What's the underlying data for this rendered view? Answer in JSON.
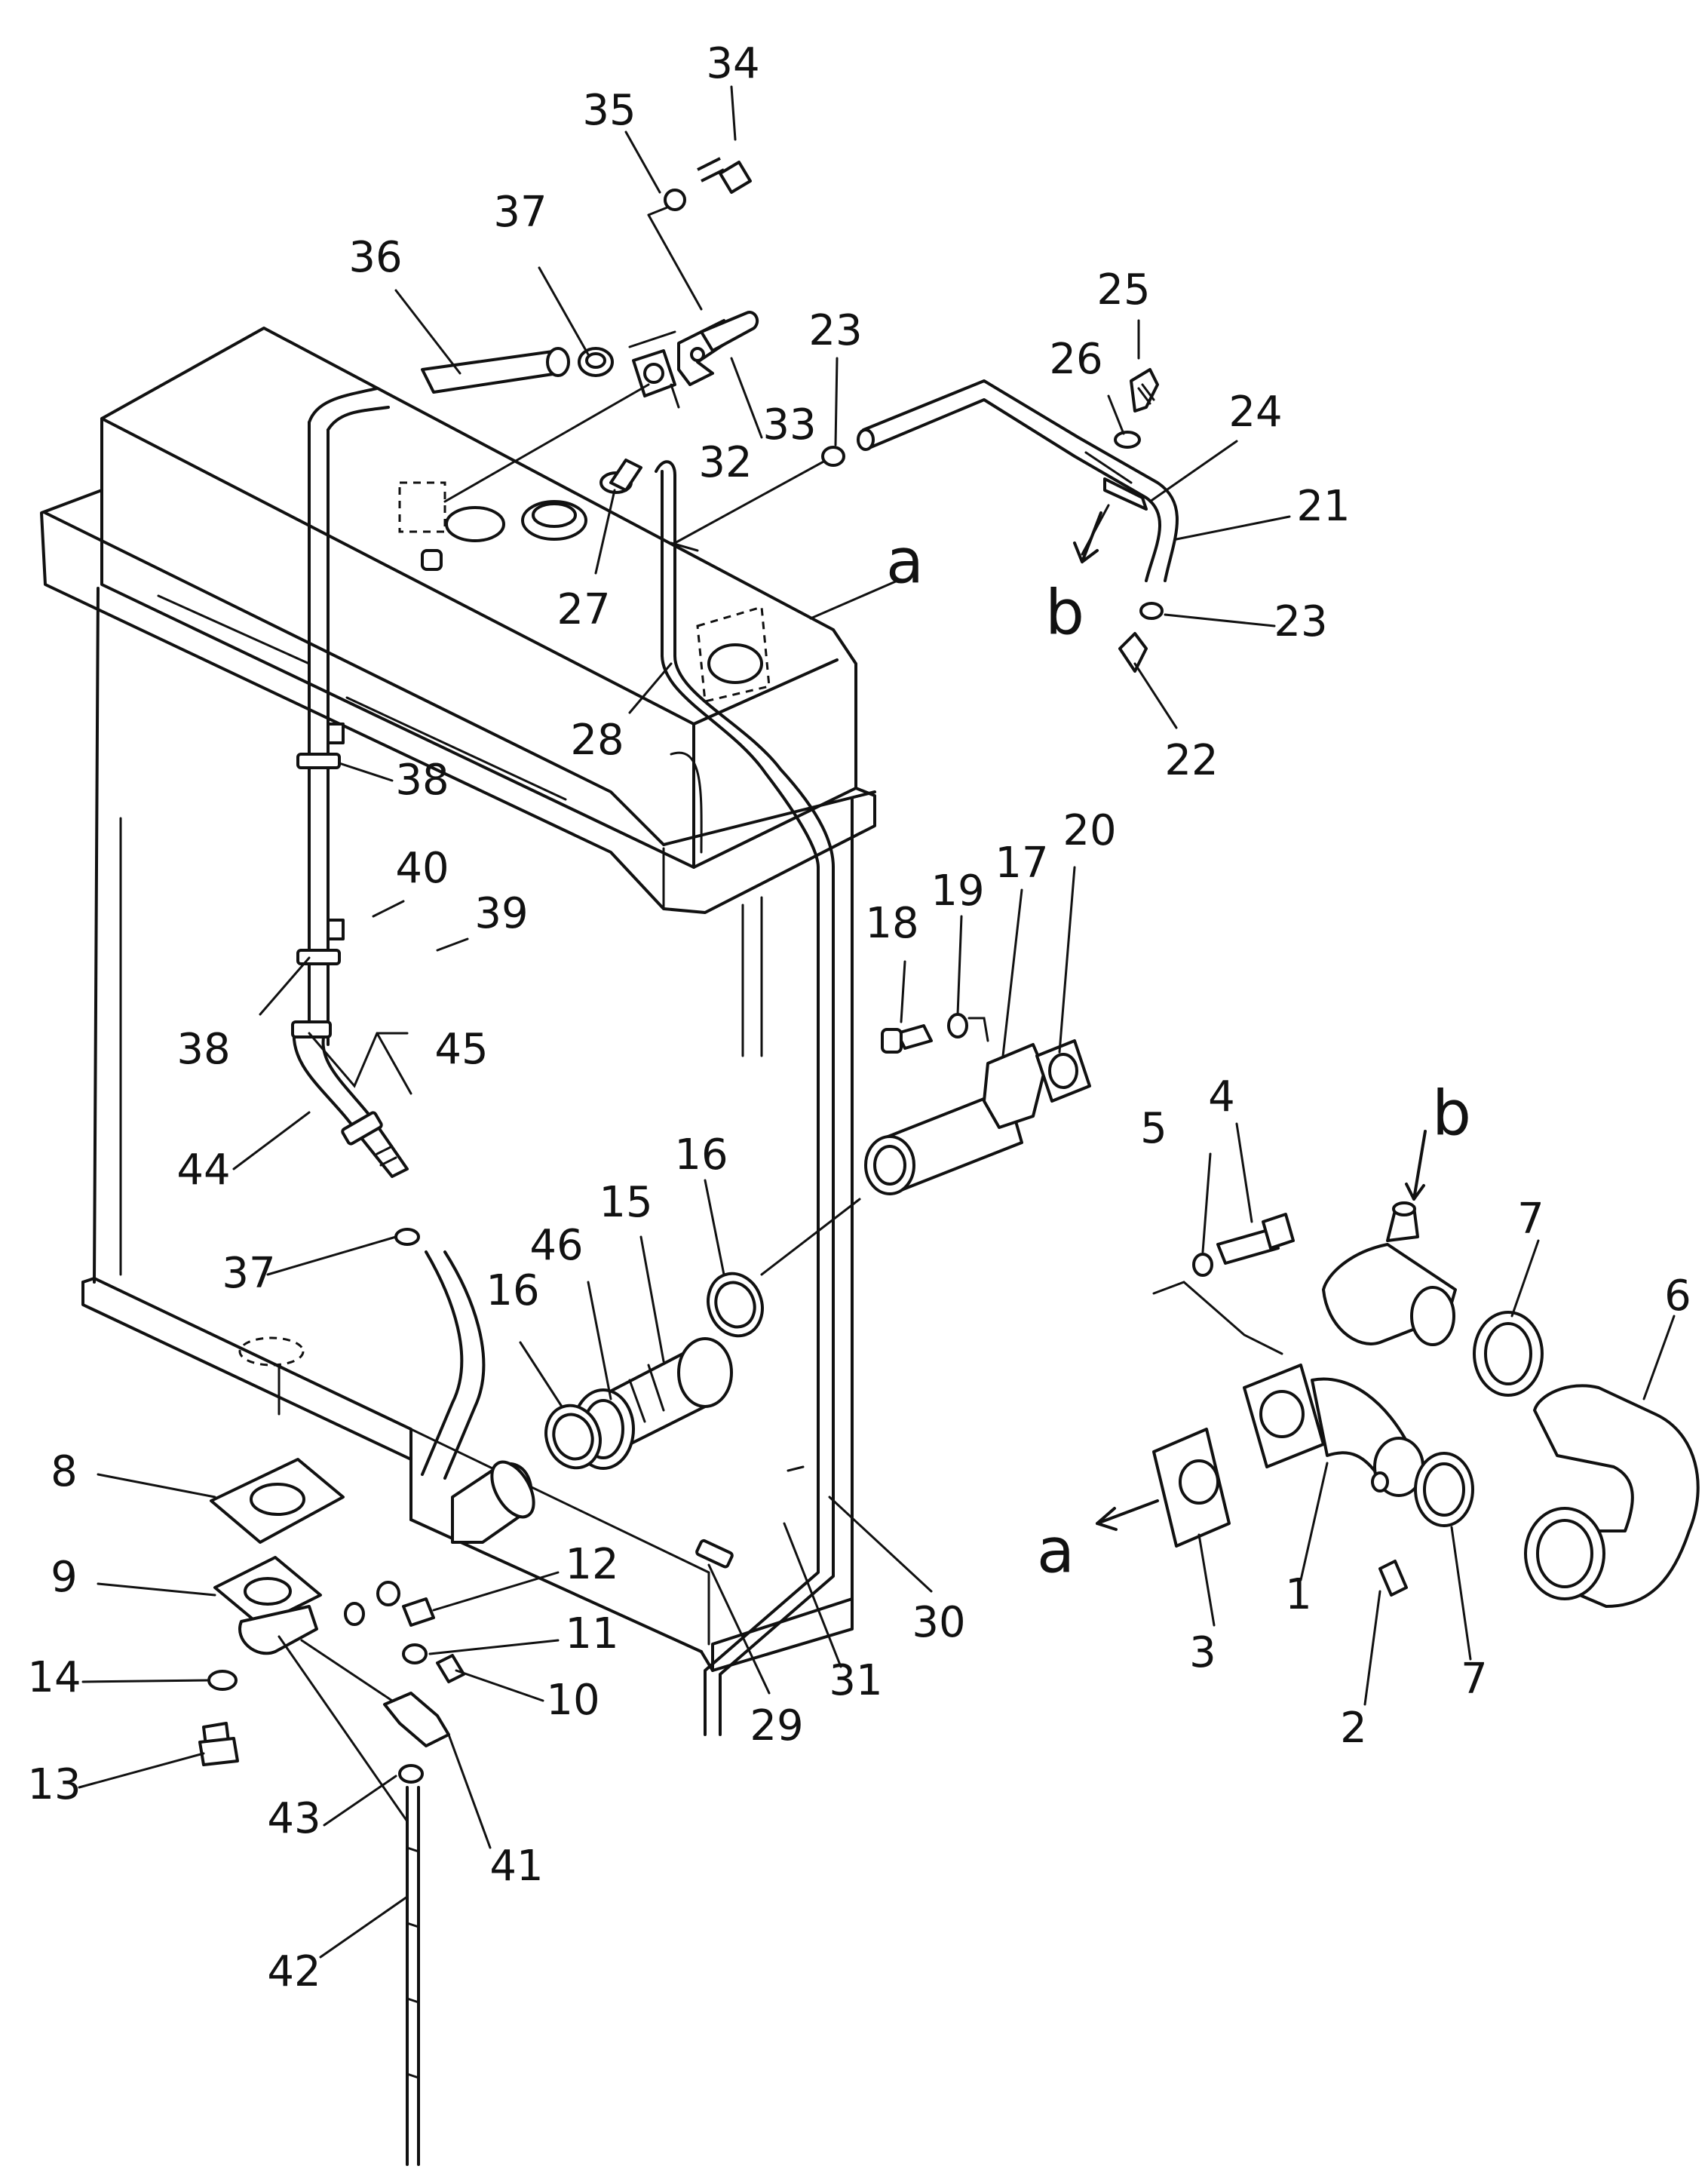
{
  "callouts": [
    "1",
    "2",
    "3",
    "4",
    "5",
    "6",
    "7",
    "7",
    "8",
    "9",
    "10",
    "11",
    "12",
    "13",
    "14",
    "15",
    "16",
    "16",
    "17",
    "18",
    "19",
    "20",
    "21",
    "22",
    "23",
    "23",
    "24",
    "25",
    "26",
    "27",
    "28",
    "29",
    "30",
    "31",
    "32",
    "33",
    "34",
    "35",
    "36",
    "37",
    "37",
    "38",
    "38",
    "39",
    "40",
    "41",
    "42",
    "43",
    "44",
    "45",
    "46"
  ],
  "refs": [
    "a",
    "a",
    "b",
    "b"
  ],
  "colors": {
    "ink": "#111111",
    "paper": "#ffffff"
  }
}
